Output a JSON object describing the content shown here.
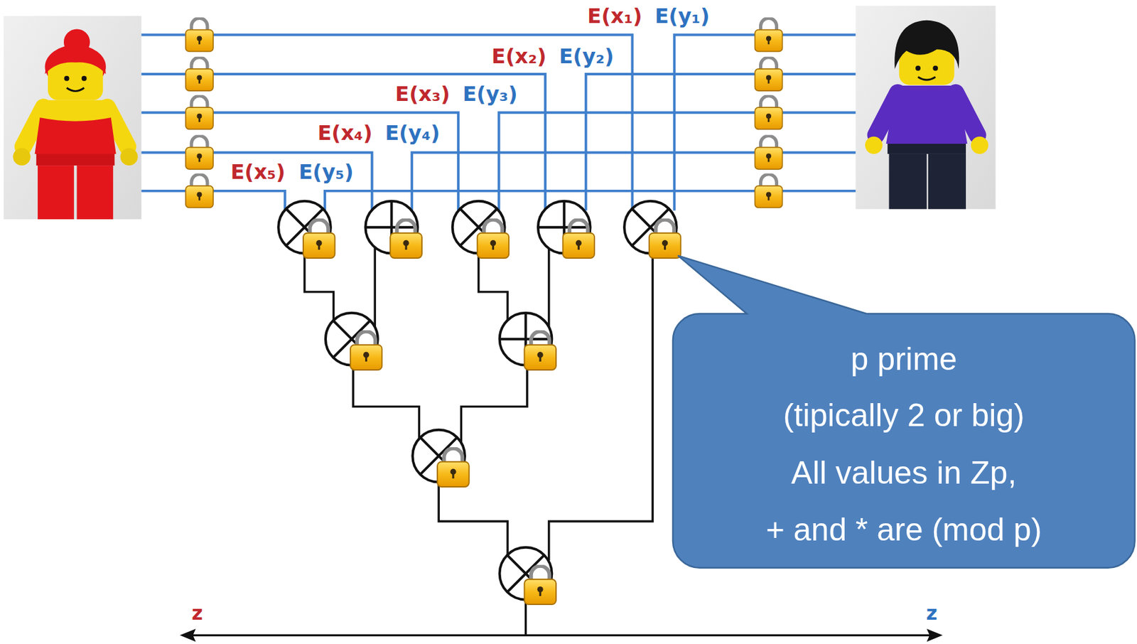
{
  "diagram": {
    "nodes": [
      {
        "text": [
          "p prime",
          "(tipically 2 or big)",
          "All values in Zp,",
          "+ and * are (mod p)"
        ]
      }
    ],
    "labels": [
      "E(x₁)",
      "E(y₁)",
      "E(x₂)",
      "E(y₂)",
      "E(x₃)",
      "E(y₃)",
      "E(x₄)",
      "E(y₄)",
      "E(x₅)",
      "E(y₅)",
      "z",
      "z"
    ]
  }
}
